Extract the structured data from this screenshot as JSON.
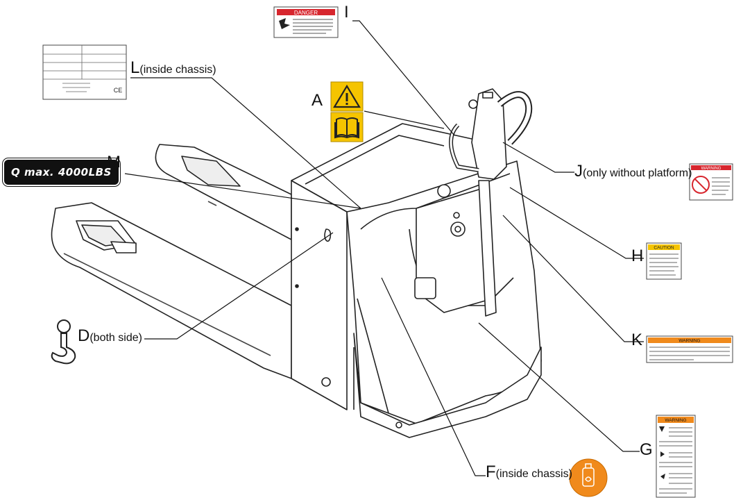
{
  "labels": {
    "I": {
      "letter": "I",
      "note": ""
    },
    "L": {
      "letter": "L",
      "note": "(inside chassis)"
    },
    "A": {
      "letter": "A",
      "note": ""
    },
    "M": {
      "letter": "M",
      "note": ""
    },
    "J": {
      "letter": "J",
      "note": "(only without platform)"
    },
    "H": {
      "letter": "H",
      "note": ""
    },
    "D": {
      "letter": "D",
      "note": "(both side)"
    },
    "K": {
      "letter": "K",
      "note": ""
    },
    "G": {
      "letter": "G",
      "note": ""
    },
    "F": {
      "letter": "F",
      "note": "(inside chassis)"
    }
  },
  "decals": {
    "danger": {
      "header": "DANGER",
      "color": "#d7262e"
    },
    "caution": {
      "header": "CAUTION",
      "color": "#f5c400"
    },
    "warning_k": {
      "header": "WARNING",
      "color": "#f08a1c"
    },
    "warning_j": {
      "header": "WARNING",
      "color": "#d7262e"
    },
    "warning_g": {
      "header": "WARNING",
      "color": "#f08a1c"
    },
    "nameplate": {
      "ce_mark": "CE"
    }
  },
  "capacity_badge": "Q max. 4000LBS",
  "colors": {
    "accent_yellow": "#f5c400",
    "accent_orange": "#f08a1c",
    "danger_red": "#d7262e",
    "outline": "#222222"
  },
  "icons": [
    "warning-triangle-icon",
    "manual-book-icon",
    "lifting-hook-icon",
    "fuel-tank-icon"
  ]
}
